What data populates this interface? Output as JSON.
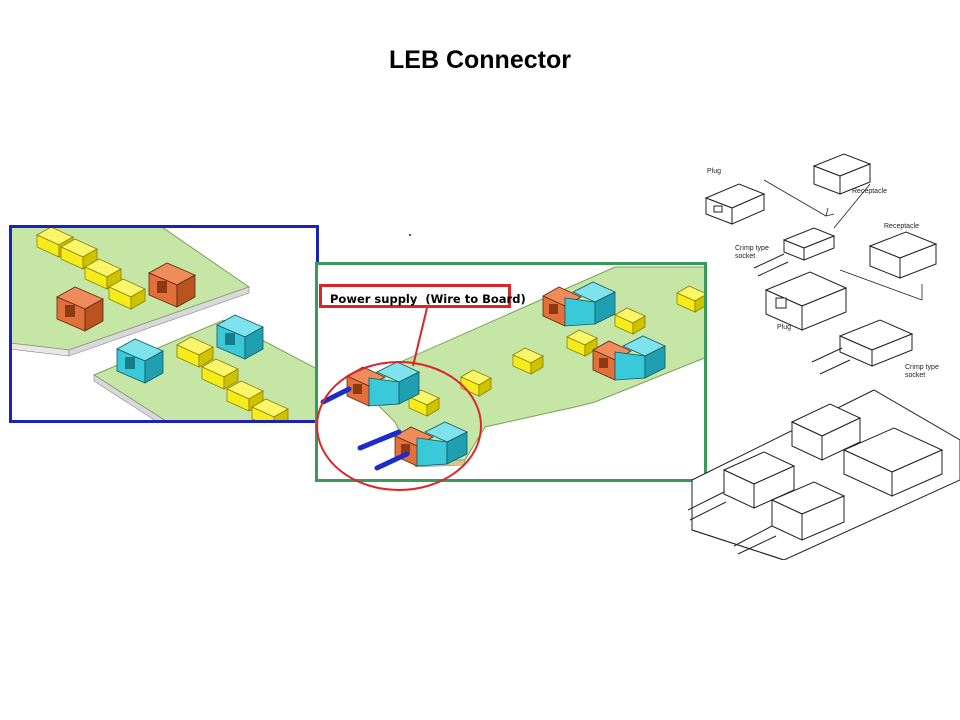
{
  "page_title": "LEB Connector",
  "callout": {
    "label": "Power supply  (Wire to Board)"
  },
  "line_drawing": {
    "labels": {
      "plug_top": "Plug",
      "receptacle_top": "Receptacle",
      "crimp_socket_top_1": "Crimp type",
      "crimp_socket_top_2": "socket",
      "receptacle_right": "Receptacle",
      "plug_mid": "Plug",
      "crimp_socket_right_1": "Crimp type",
      "crimp_socket_right_2": "socket"
    }
  },
  "colors": {
    "board_green": "#c6e6a6",
    "connector_orange": "#e2703a",
    "connector_cyan": "#39c9d9",
    "chip_yellow": "#f6ec1c",
    "frame_blue": "#1c23b4",
    "frame_green": "#3a9a5a",
    "highlight_red": "#d9262a",
    "wire_blue": "#1d2cc8"
  }
}
